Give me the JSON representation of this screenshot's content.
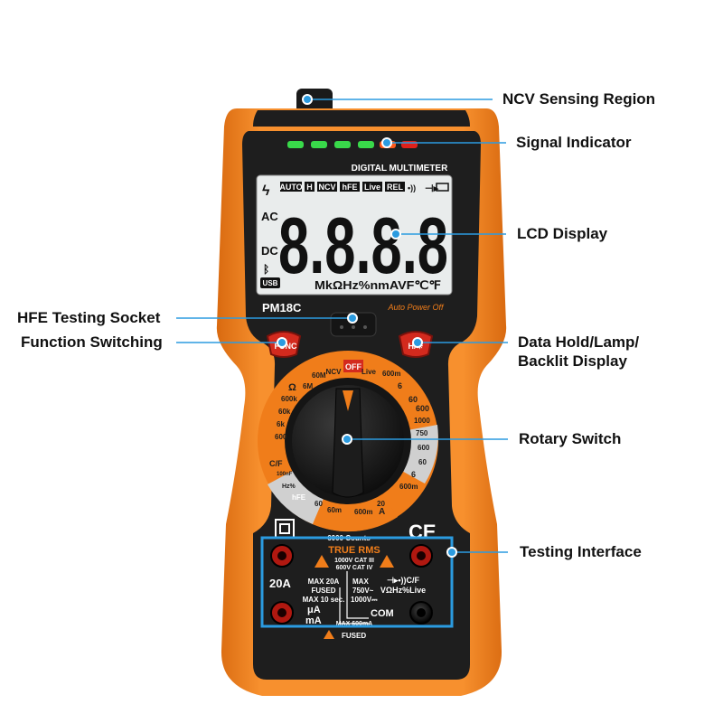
{
  "device": {
    "model": "PM18C",
    "screen_title": "DIGITAL MULTIMETER",
    "auto_power_off": "Auto Power Off",
    "lcd_icons": [
      "AUTO",
      "H",
      "NCV",
      "hFE",
      "Live",
      "REL"
    ],
    "lcd_ac": "AC",
    "lcd_dc": "DC",
    "lcd_usb": "USB",
    "lcd_digits": "8.8.8.8",
    "lcd_units": "MkΩHz%nmAVF℃℉",
    "counts": "6000 Counts",
    "true_rms": "TRUE RMS",
    "cat_line1": "1000V CAT III",
    "cat_line2": "600V CAT IV",
    "label_20a": "20A",
    "max20a_1": "MAX 20A",
    "max20a_2": "FUSED",
    "max20a_3": "MAX 10 sec.",
    "max_v_1": "MAX",
    "max_v_2": "750V~",
    "max_v_3": "1000V⎓",
    "vohm_label": "VΩHz%Live",
    "ua_ma": "μA",
    "ma": "mA",
    "com": "COM",
    "max600ma": "MAX 600mA",
    "fused": "FUSED",
    "ce": "CE",
    "dial_labels": [
      "OFF",
      "NCV",
      "Live",
      "600m",
      "6",
      "60",
      "600",
      "1000",
      "750",
      "600",
      "60",
      "6",
      "600m",
      "20",
      "A",
      "600m",
      "60m",
      "60",
      "hFE",
      "Hz%",
      "100nF",
      "C/F",
      "6M",
      "60M",
      "Ω",
      "600k",
      "60k",
      "6k",
      "600"
    ]
  },
  "callouts": {
    "ncv": "NCV Sensing Region",
    "signal": "Signal Indicator",
    "lcd": "LCD Display",
    "hfe": "HFE Testing Socket",
    "function": "Function Switching",
    "hold_1": "Data Hold/Lamp/",
    "hold_2": "Backlit Display",
    "rotary": "Rotary Switch",
    "testing": "Testing Interface"
  },
  "colors": {
    "body_orange": "#f07d1a",
    "body_dark": "#1e1e1e",
    "callout_line": "#2b9be0",
    "lcd_bg": "#e9ecec",
    "red_button": "#d32a1e"
  }
}
